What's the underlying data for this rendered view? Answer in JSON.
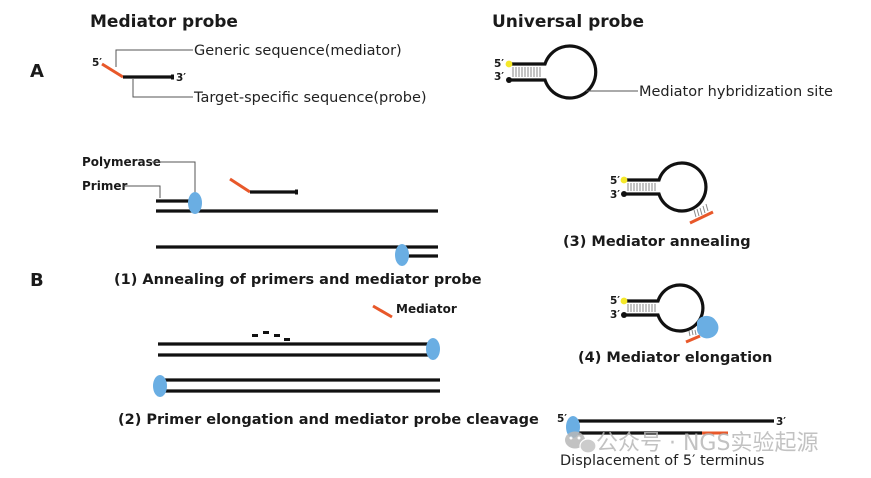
{
  "colors": {
    "strand": "#111111",
    "mediator": "#e8582a",
    "polymerase": "#6aaee3",
    "fluorophore": "#f5e82a",
    "watermark": "#b8b8b8"
  },
  "panel_a": {
    "label": "A",
    "mediator_probe": {
      "title": "Mediator probe",
      "five_prime": "5′",
      "three_prime": "3′",
      "generic_label": "Generic sequence(mediator)",
      "target_label": "Target-specific sequence(probe)"
    },
    "universal_probe": {
      "title": "Universal probe",
      "five_prime": "5′",
      "three_prime": "3′",
      "site_label": "Mediator hybridization site"
    }
  },
  "panel_b": {
    "label": "B",
    "step1": {
      "polymerase_label": "Polymerase",
      "primer_label": "Primer",
      "caption": "(1) Annealing of primers and mediator probe"
    },
    "step2": {
      "mediator_label": "Mediator",
      "caption": "(2) Primer elongation and mediator probe cleavage"
    },
    "step3": {
      "five_prime": "5′",
      "three_prime": "3′",
      "caption": "(3) Mediator annealing"
    },
    "step4": {
      "five_prime": "5′",
      "three_prime": "3′",
      "caption": "(4) Mediator elongation"
    },
    "step5": {
      "five_prime": "5′",
      "three_prime": "3′",
      "caption": "Displacement of 5′  terminus"
    }
  },
  "watermark": {
    "icon": "wechat-icon",
    "text": "公众号 · NGS实验起源"
  }
}
